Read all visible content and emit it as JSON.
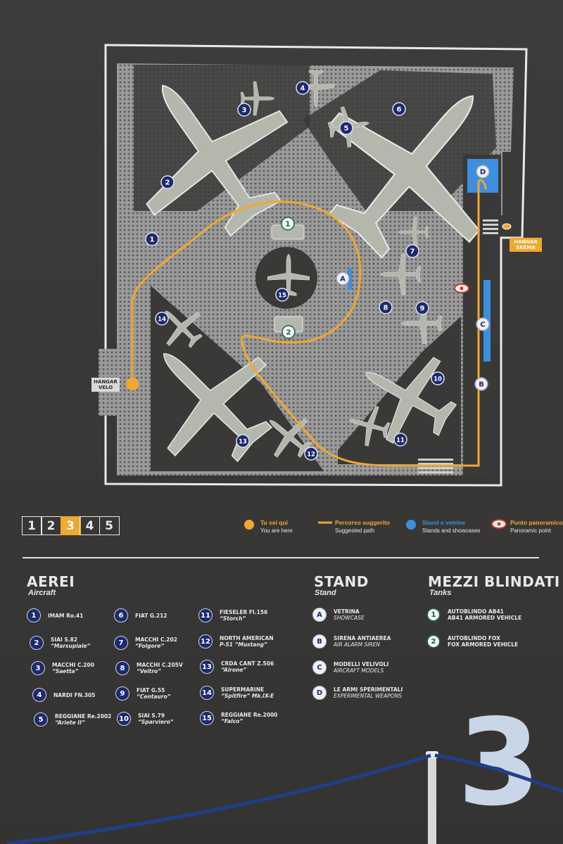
{
  "map": {
    "hangar_left": "HANGAR VELO",
    "hangar_left_lines": [
      "HANGAR",
      "VELO"
    ],
    "hangar_right_lines": [
      "HANGAR",
      "SKEMA"
    ],
    "aircraft_markers": [
      "1",
      "2",
      "3",
      "4",
      "5",
      "6",
      "7",
      "8",
      "9",
      "10",
      "11",
      "12",
      "13",
      "14",
      "15"
    ],
    "tank_markers": [
      "1",
      "2"
    ],
    "stand_markers": [
      "A",
      "B",
      "C",
      "D"
    ]
  },
  "pager": {
    "pages": [
      "1",
      "2",
      "3",
      "4",
      "5"
    ],
    "active": "3"
  },
  "legend": {
    "you_are_here": {
      "it": "Tu sei qui",
      "en": "You are here"
    },
    "path": {
      "it": "Percorso suggerito",
      "en": "Suggested path"
    },
    "stands": {
      "it": "Stand e vetrine",
      "en": "Stands and showcases"
    },
    "panoramic": {
      "it": "Punto panoramico",
      "en": "Panoramic point"
    }
  },
  "sections": {
    "aircraft": {
      "title": "AEREI",
      "subtitle": "Aircraft"
    },
    "stand": {
      "title": "STAND",
      "subtitle": "Stand"
    },
    "tanks": {
      "title": "MEZZI BLINDATI",
      "subtitle": "Tanks"
    }
  },
  "aircraft_list": [
    {
      "n": "1",
      "l1": "IMAM Ro.41",
      "l2": ""
    },
    {
      "n": "2",
      "l1": "SIAI S.82",
      "l2": "“Marsupiale”"
    },
    {
      "n": "3",
      "l1": "MACCHI C.200",
      "l2": "“Saetta”"
    },
    {
      "n": "4",
      "l1": "NARDI FN.305",
      "l2": ""
    },
    {
      "n": "5",
      "l1": "REGGIANE Re.2002",
      "l2": "“Ariete II”"
    },
    {
      "n": "6",
      "l1": "FIAT G.212",
      "l2": ""
    },
    {
      "n": "7",
      "l1": "MACCHI C.202",
      "l2": "“Folgore”"
    },
    {
      "n": "8",
      "l1": "MACCHI C.205V",
      "l2": "“Veltro”"
    },
    {
      "n": "9",
      "l1": "FIAT G.55",
      "l2": "“Centauro”"
    },
    {
      "n": "10",
      "l1": "SIAI S.79",
      "l2": "“Sparviero”"
    },
    {
      "n": "11",
      "l1": "FIESELER FI.156",
      "l2": "“Storch”"
    },
    {
      "n": "12",
      "l1": "NORTH AMERICAN",
      "l2": "P-51 “Mustang”"
    },
    {
      "n": "13",
      "l1": "CRDA CANT Z.506",
      "l2": "“Airone”"
    },
    {
      "n": "14",
      "l1": "SUPERMARINE",
      "l2": "“Spitfire” Mk.IX-E"
    },
    {
      "n": "15",
      "l1": "REGGIANE Re.2000",
      "l2": "“Falco”"
    }
  ],
  "stand_list": [
    {
      "n": "A",
      "l1": "VETRINA",
      "l2": "SHOWCASE"
    },
    {
      "n": "B",
      "l1": "SIRENA ANTIAEREA",
      "l2": "AIR ALARM SIREN"
    },
    {
      "n": "C",
      "l1": "MODELLI VELIVOLI",
      "l2": "AIRCRAFT MODELS"
    },
    {
      "n": "D",
      "l1": "LE ARMI SPERIMENTALI",
      "l2": "EXPERIMENTAL WEAPONS"
    }
  ],
  "tank_list": [
    {
      "n": "1",
      "l1": "AUTOBLINDO AB41",
      "l2": "AB41 ARMORED VEHICLE"
    },
    {
      "n": "2",
      "l1": "AUTOBLINDO FOX",
      "l2": "FOX ARMORED VEHICLE"
    }
  ],
  "area_number": "3",
  "colors": {
    "accent": "#f0a830",
    "navy": "#1d2a6b",
    "stand_blue": "#3d8fe0",
    "panoramic_red": "#c83a30",
    "tank_green": "#1d5e44",
    "board": "#3a3938"
  }
}
